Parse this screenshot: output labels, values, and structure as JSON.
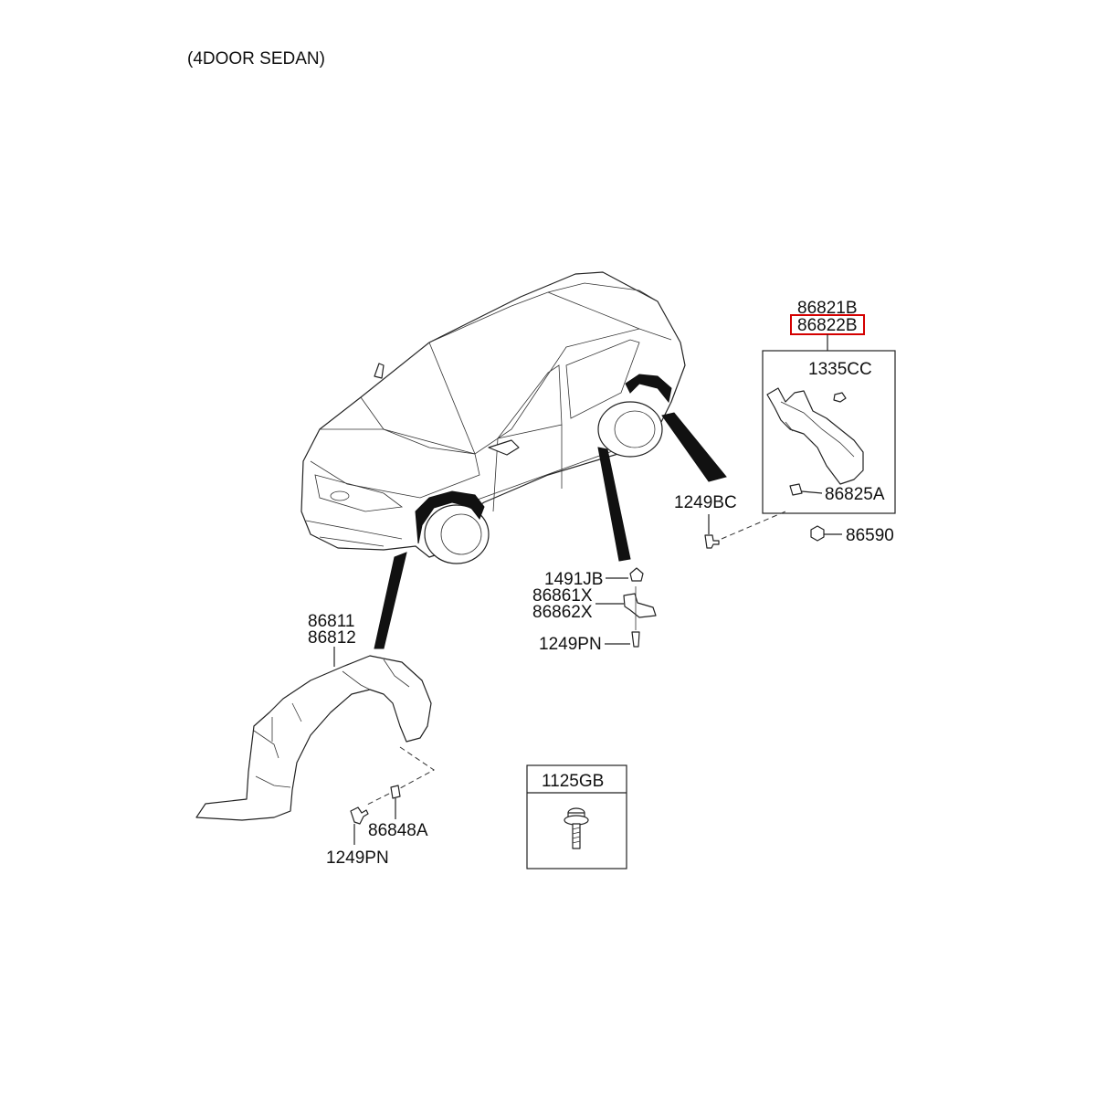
{
  "header": {
    "variant": "(4DOOR SEDAN)"
  },
  "rear_assembly": {
    "part_numbers": [
      "86821B",
      "86822B"
    ],
    "highlighted": "86822B",
    "highlight_color": "#d40000",
    "parts": {
      "clip_top": "1335CC",
      "clip_mid": "86825A",
      "nut": "86590",
      "screw": "1249BC"
    }
  },
  "side_bracket": {
    "parts": {
      "clip": "1491JB",
      "bracket_l": "86861X",
      "bracket_r": "86862X",
      "screw": "1249PN"
    }
  },
  "front_assembly": {
    "part_numbers": [
      "86811",
      "86812"
    ],
    "parts": {
      "nut": "86848A",
      "screw": "1249PN"
    }
  },
  "legend_box": {
    "part": "1125GB"
  }
}
